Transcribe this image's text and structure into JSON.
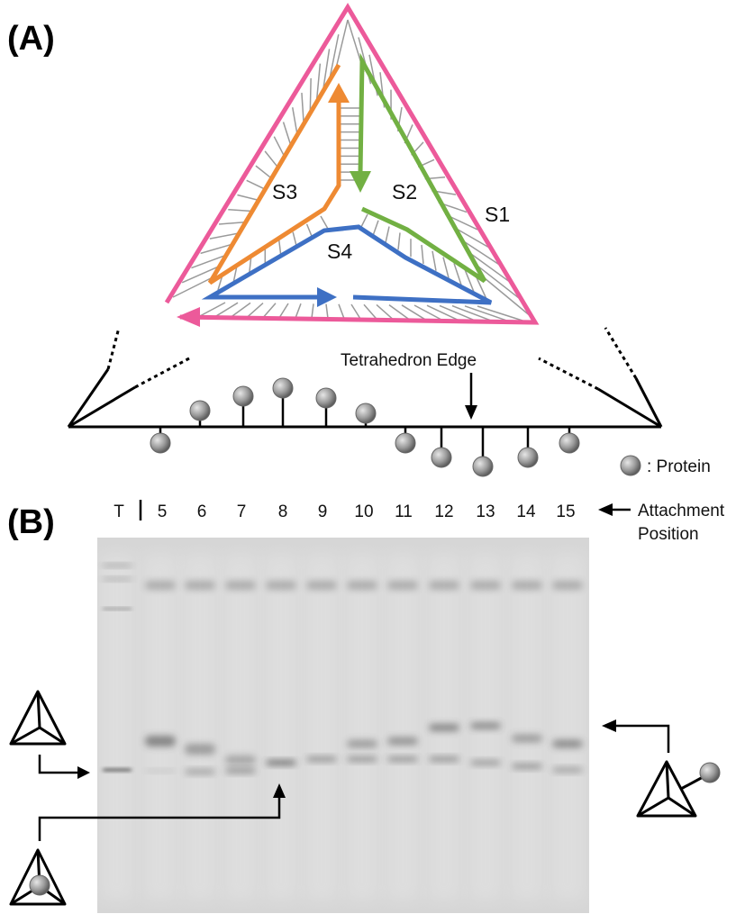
{
  "panel_a": {
    "label": "(A)",
    "strands": [
      {
        "name": "S1",
        "color": "#ec5a9a"
      },
      {
        "name": "S2",
        "color": "#72b043"
      },
      {
        "name": "S3",
        "color": "#ee8a33"
      },
      {
        "name": "S4",
        "color": "#3e70c4"
      }
    ],
    "edge_label": "Tetrahedron Edge",
    "legend": ": Protein"
  },
  "panel_b": {
    "label": "(B)",
    "lanes": [
      "T",
      "5",
      "6",
      "7",
      "8",
      "9",
      "10",
      "11",
      "12",
      "13",
      "14",
      "15"
    ],
    "attachment_label_line1": "Attachment",
    "attachment_label_line2": "Position"
  },
  "colors": {
    "gel_background": "#d6d6d6",
    "band": "#3a3a3a",
    "protein": "#9a9a9a"
  }
}
